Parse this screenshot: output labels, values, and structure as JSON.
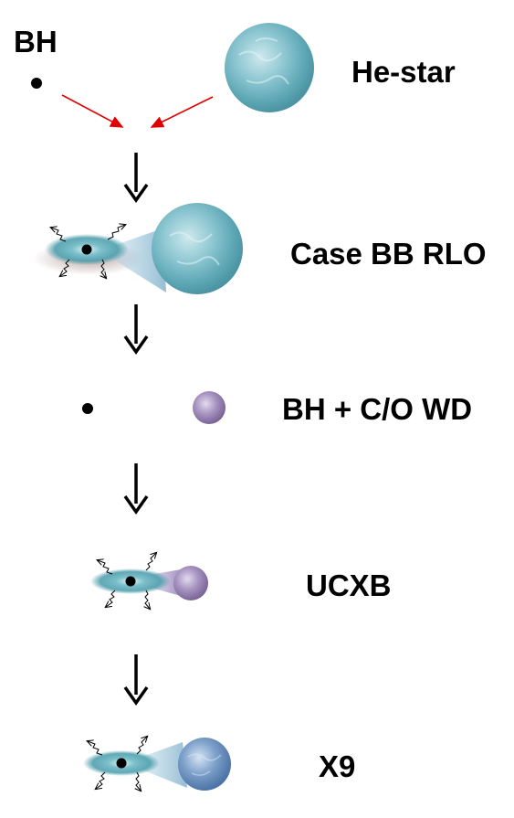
{
  "labels": {
    "bh": "BH",
    "he_star": "He-star",
    "case_bb_rlo": "Case BB RLO",
    "bh_cowd": "BH + C/O WD",
    "ucxb": "UCXB",
    "x9": "X9"
  },
  "colors": {
    "he_star": "#6fb3c0",
    "white_dwarf": "#9a86b2",
    "x9_star": "#5f88b8",
    "disk": "#5aa9b6",
    "red_arrow": "#e00000",
    "black": "#000000"
  }
}
